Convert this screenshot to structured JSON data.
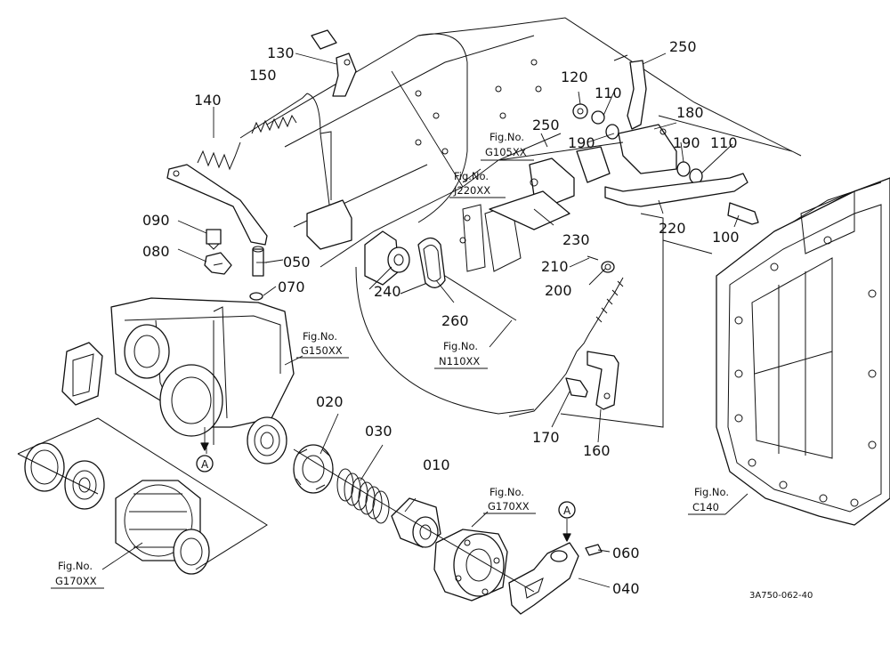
{
  "callouts": {
    "c010": "010",
    "c020": "020",
    "c030": "030",
    "c040": "040",
    "c050": "050",
    "c060": "060",
    "c070": "070",
    "c080": "080",
    "c090": "090",
    "c100": "100",
    "c110a": "110",
    "c110b": "110",
    "c120": "120",
    "c130": "130",
    "c140": "140",
    "c150": "150",
    "c160": "160",
    "c170": "170",
    "c180": "180",
    "c190a": "190",
    "c190b": "190",
    "c200": "200",
    "c210": "210",
    "c220": "220",
    "c230": "230",
    "c240": "240",
    "c250a": "250",
    "c250b": "250",
    "c260": "260"
  },
  "figure_refs": {
    "g105": {
      "line1": "Fig.No.",
      "line2": "G105XX"
    },
    "j220": {
      "line1": "Fig.No.",
      "line2": "J220XX"
    },
    "g150": {
      "line1": "Fig.No.",
      "line2": "G150XX"
    },
    "n110": {
      "line1": "Fig.No.",
      "line2": "N110XX"
    },
    "g170_center": {
      "line1": "Fig.No.",
      "line2": "G170XX"
    },
    "g170_left": {
      "line1": "Fig.No.",
      "line2": "G170XX"
    },
    "c140": {
      "line1": "Fig.No.",
      "line2": "C140"
    }
  },
  "markers": {
    "a_left": "A",
    "a_right": "A"
  },
  "drawing_code": "3A750-062-40"
}
